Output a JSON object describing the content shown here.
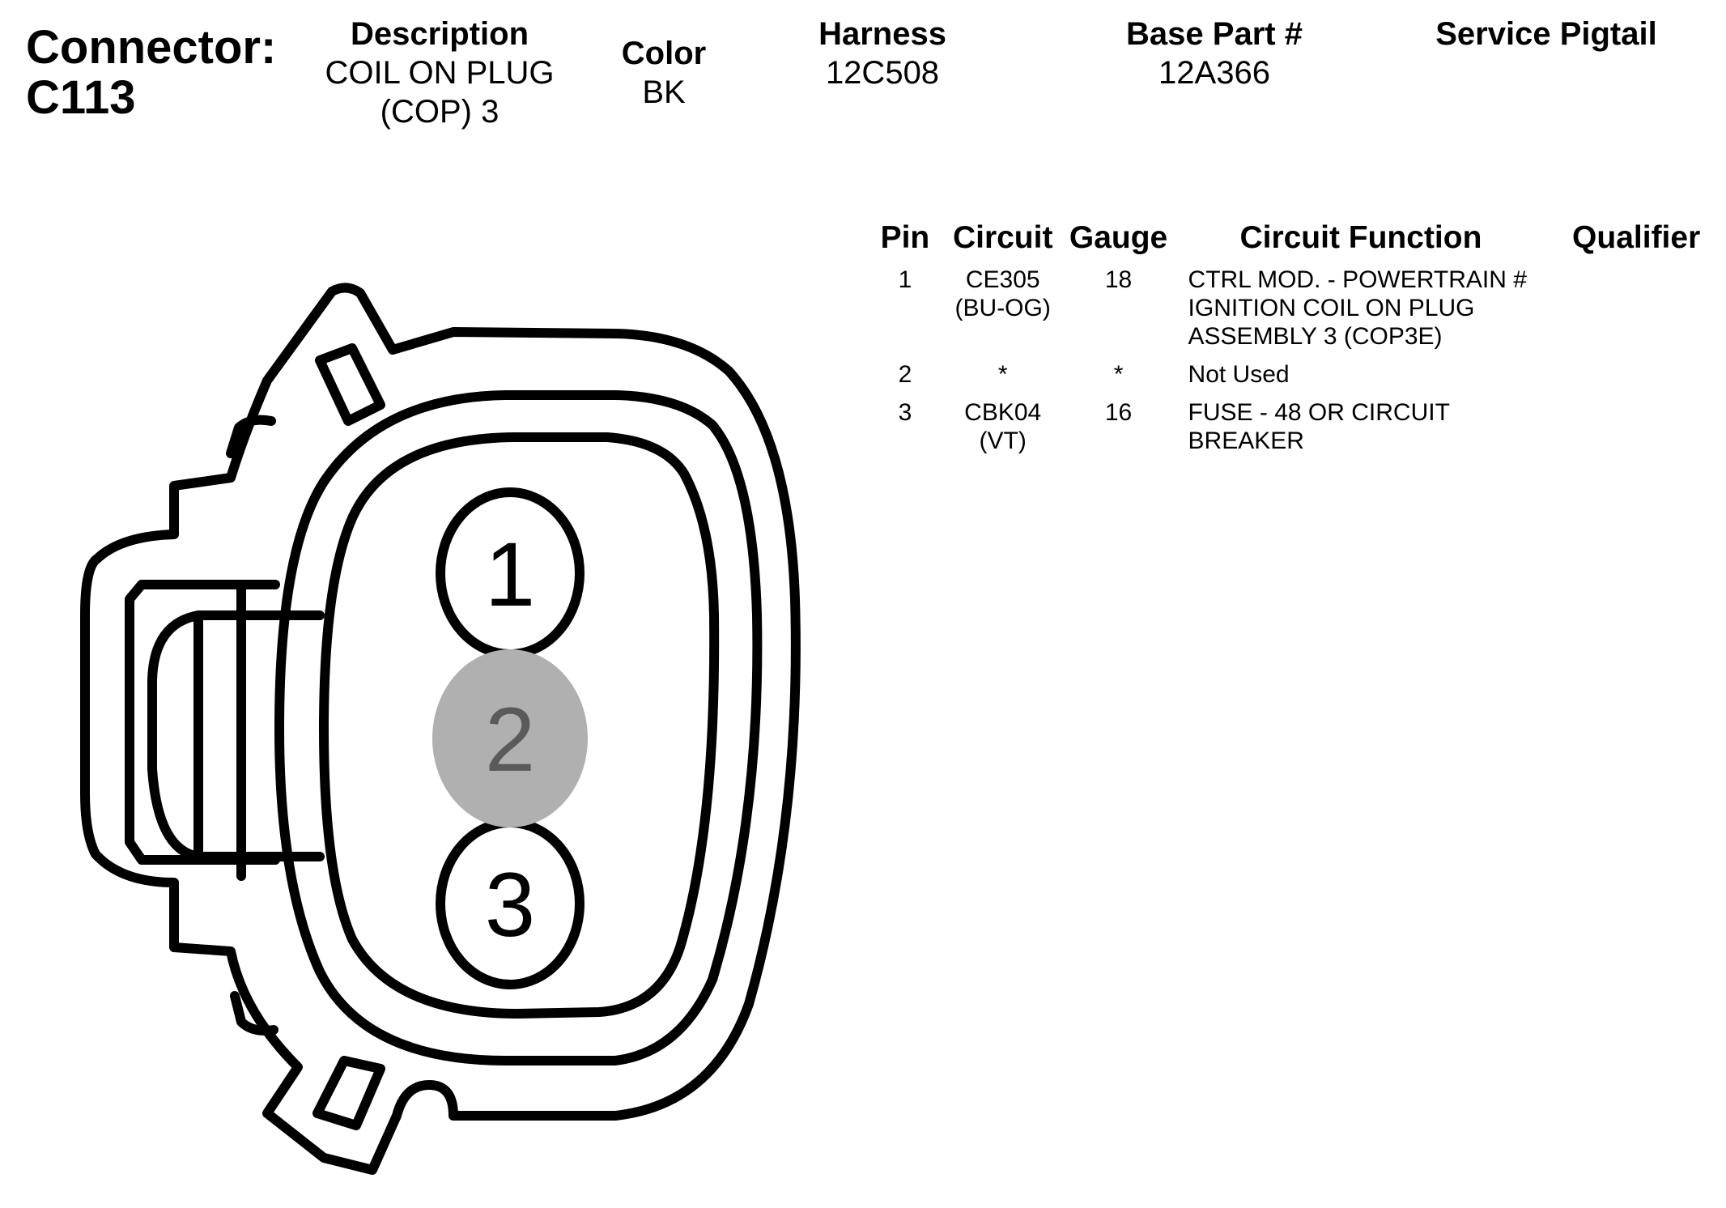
{
  "connector": {
    "label": "Connector:",
    "id": "C113"
  },
  "header": {
    "description": {
      "label": "Description",
      "value_line1": "COIL ON PLUG",
      "value_line2": "(COP) 3"
    },
    "color": {
      "label": "Color",
      "value": "BK"
    },
    "harness": {
      "label": "Harness",
      "value": "12C508"
    },
    "base_part": {
      "label": "Base Part #",
      "value": "12A366"
    },
    "service_pigtail": {
      "label": "Service Pigtail",
      "value": ""
    }
  },
  "pin_table": {
    "headers": {
      "pin": "Pin",
      "circuit": "Circuit",
      "gauge": "Gauge",
      "function": "Circuit Function",
      "qualifier": "Qualifier"
    },
    "rows": [
      {
        "pin": "1",
        "circuit_line1": "CE305",
        "circuit_line2": "(BU-OG)",
        "gauge": "18",
        "function_line1": "CTRL MOD. - POWERTRAIN #",
        "function_line2": "IGNITION COIL ON PLUG",
        "function_line3": "ASSEMBLY 3 (COP3E)",
        "qualifier": ""
      },
      {
        "pin": "2",
        "circuit_line1": "*",
        "circuit_line2": "",
        "gauge": "*",
        "function_line1": "Not Used",
        "function_line2": "",
        "function_line3": "",
        "qualifier": ""
      },
      {
        "pin": "3",
        "circuit_line1": "CBK04",
        "circuit_line2": "(VT)",
        "gauge": "16",
        "function_line1": "FUSE - 48 OR CIRCUIT",
        "function_line2": "BREAKER",
        "function_line3": "",
        "qualifier": ""
      }
    ]
  },
  "diagram": {
    "pins": [
      {
        "number": "1",
        "status": "used"
      },
      {
        "number": "2",
        "status": "unused"
      },
      {
        "number": "3",
        "status": "used"
      }
    ],
    "colors": {
      "outline": "#000000",
      "unused_pin_fill": "#b0b0b0",
      "unused_pin_text": "#5a5a5a"
    }
  }
}
